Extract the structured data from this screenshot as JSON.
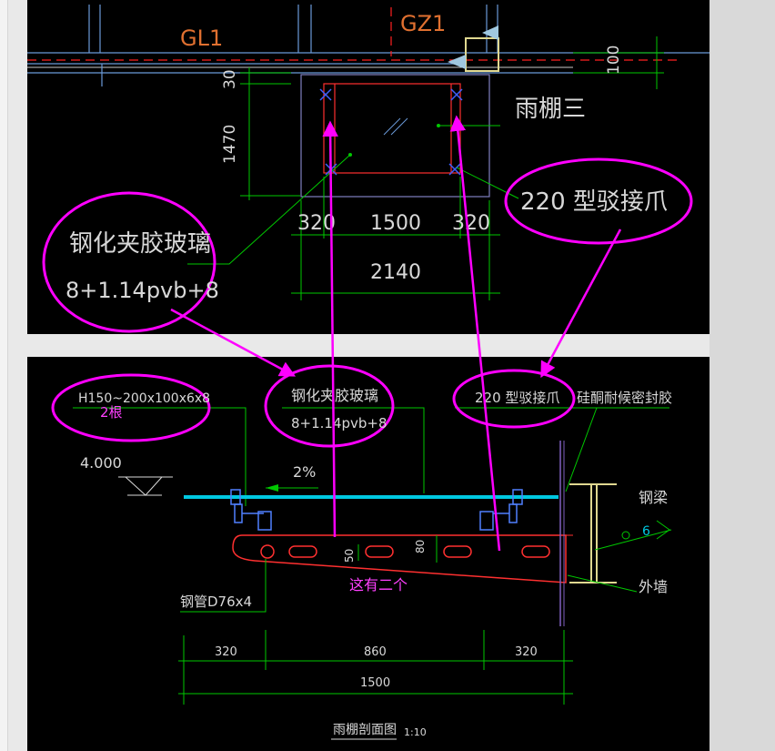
{
  "top": {
    "gl1": "GL1",
    "gz1": "GZ1",
    "dim_100": "100",
    "dim_30": "30",
    "dim_1470": "1470",
    "canopy_name": "雨棚三",
    "dim_320a": "320",
    "dim_1500": "1500",
    "dim_320b": "320",
    "dim_2140": "2140",
    "glass_name": "钢化夹胶玻璃",
    "glass_spec": "8+1.14pvb+8",
    "claw_spec": "220  型驳接爪"
  },
  "section": {
    "h_beam": "H150~200x100x6x8",
    "h_beam_note": "2根",
    "glass_name": "钢化夹胶玻璃",
    "glass_spec": "8+1.14pvb+8",
    "claw_spec": "220  型驳接爪",
    "sealant": "硅酮耐候密封胶",
    "elevation": "4.000",
    "slope": "2%",
    "steel_beam": "钢梁",
    "axis": "6",
    "dim_50": "50",
    "dim_80": "80",
    "note": "这有二个",
    "pipe": "钢管D76x4",
    "wall": "外墙",
    "dim_320a": "320",
    "dim_860": "860",
    "dim_320b": "320",
    "dim_1500": "1500",
    "title": "雨棚剖面图",
    "scale": "1:10"
  },
  "colors": {
    "background": "#000000",
    "annotation": "#ff00ff",
    "dimension": "#00c800",
    "cad_text": "#d8d8d8",
    "axis": "#ff2020",
    "column_text": "#e07030",
    "glass_line": "#00c8e0",
    "frame": "#e0d890",
    "pipe": "#ff3030"
  }
}
